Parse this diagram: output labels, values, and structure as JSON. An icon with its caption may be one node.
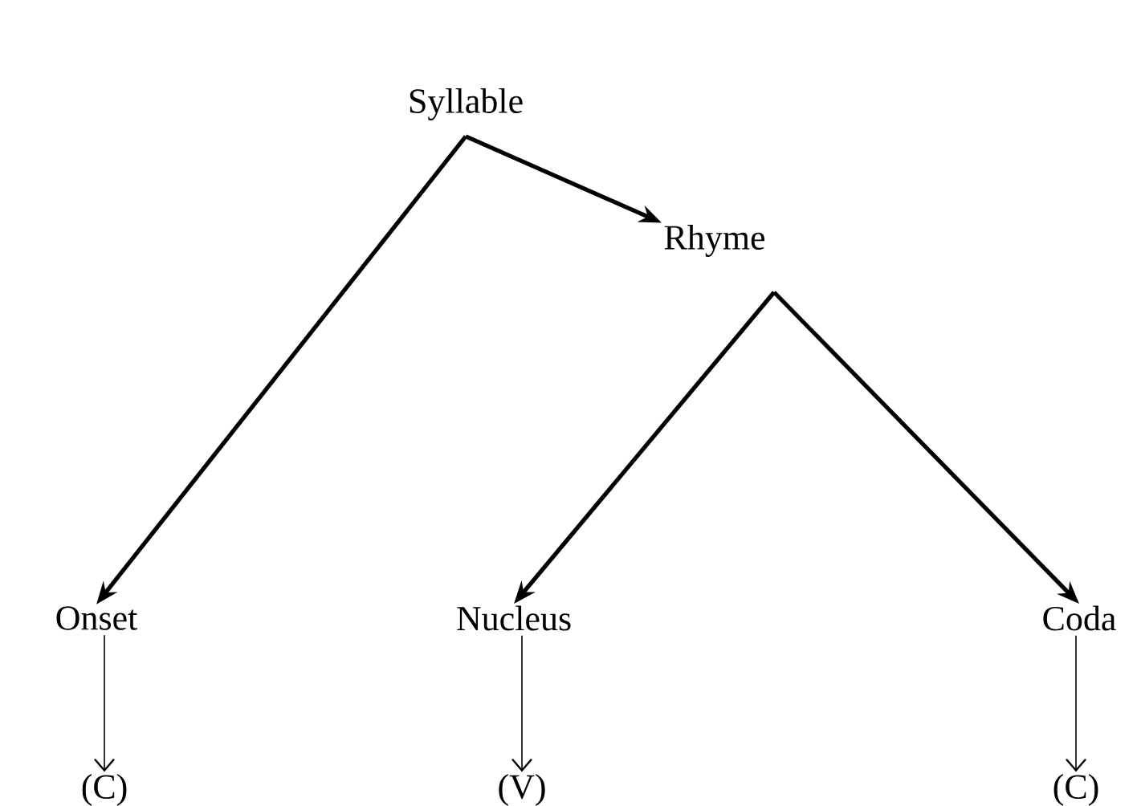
{
  "diagram": {
    "nodes": [
      {
        "text": [
          "Syllable"
        ]
      },
      {
        "text": [
          "Rhyme"
        ]
      },
      {
        "text": [
          "Onset"
        ]
      },
      {
        "text": [
          "Nucleus"
        ]
      },
      {
        "text": [
          "Coda"
        ]
      },
      {
        "text": [
          "(C)"
        ]
      },
      {
        "text": [
          "(V)"
        ]
      },
      {
        "text": [
          "(C)"
        ]
      }
    ],
    "edges": [
      {
        "from": 0,
        "to": 1,
        "arrow": "to"
      },
      {
        "from": 0,
        "to": 2,
        "arrow": "to"
      },
      {
        "from": 1,
        "to": 3,
        "arrow": "to"
      },
      {
        "from": 1,
        "to": 4,
        "arrow": "to"
      },
      {
        "from": 2,
        "to": 5,
        "arrow": "to"
      },
      {
        "from": 3,
        "to": 6,
        "arrow": "to"
      },
      {
        "from": 4,
        "to": 7,
        "arrow": "to"
      }
    ]
  }
}
